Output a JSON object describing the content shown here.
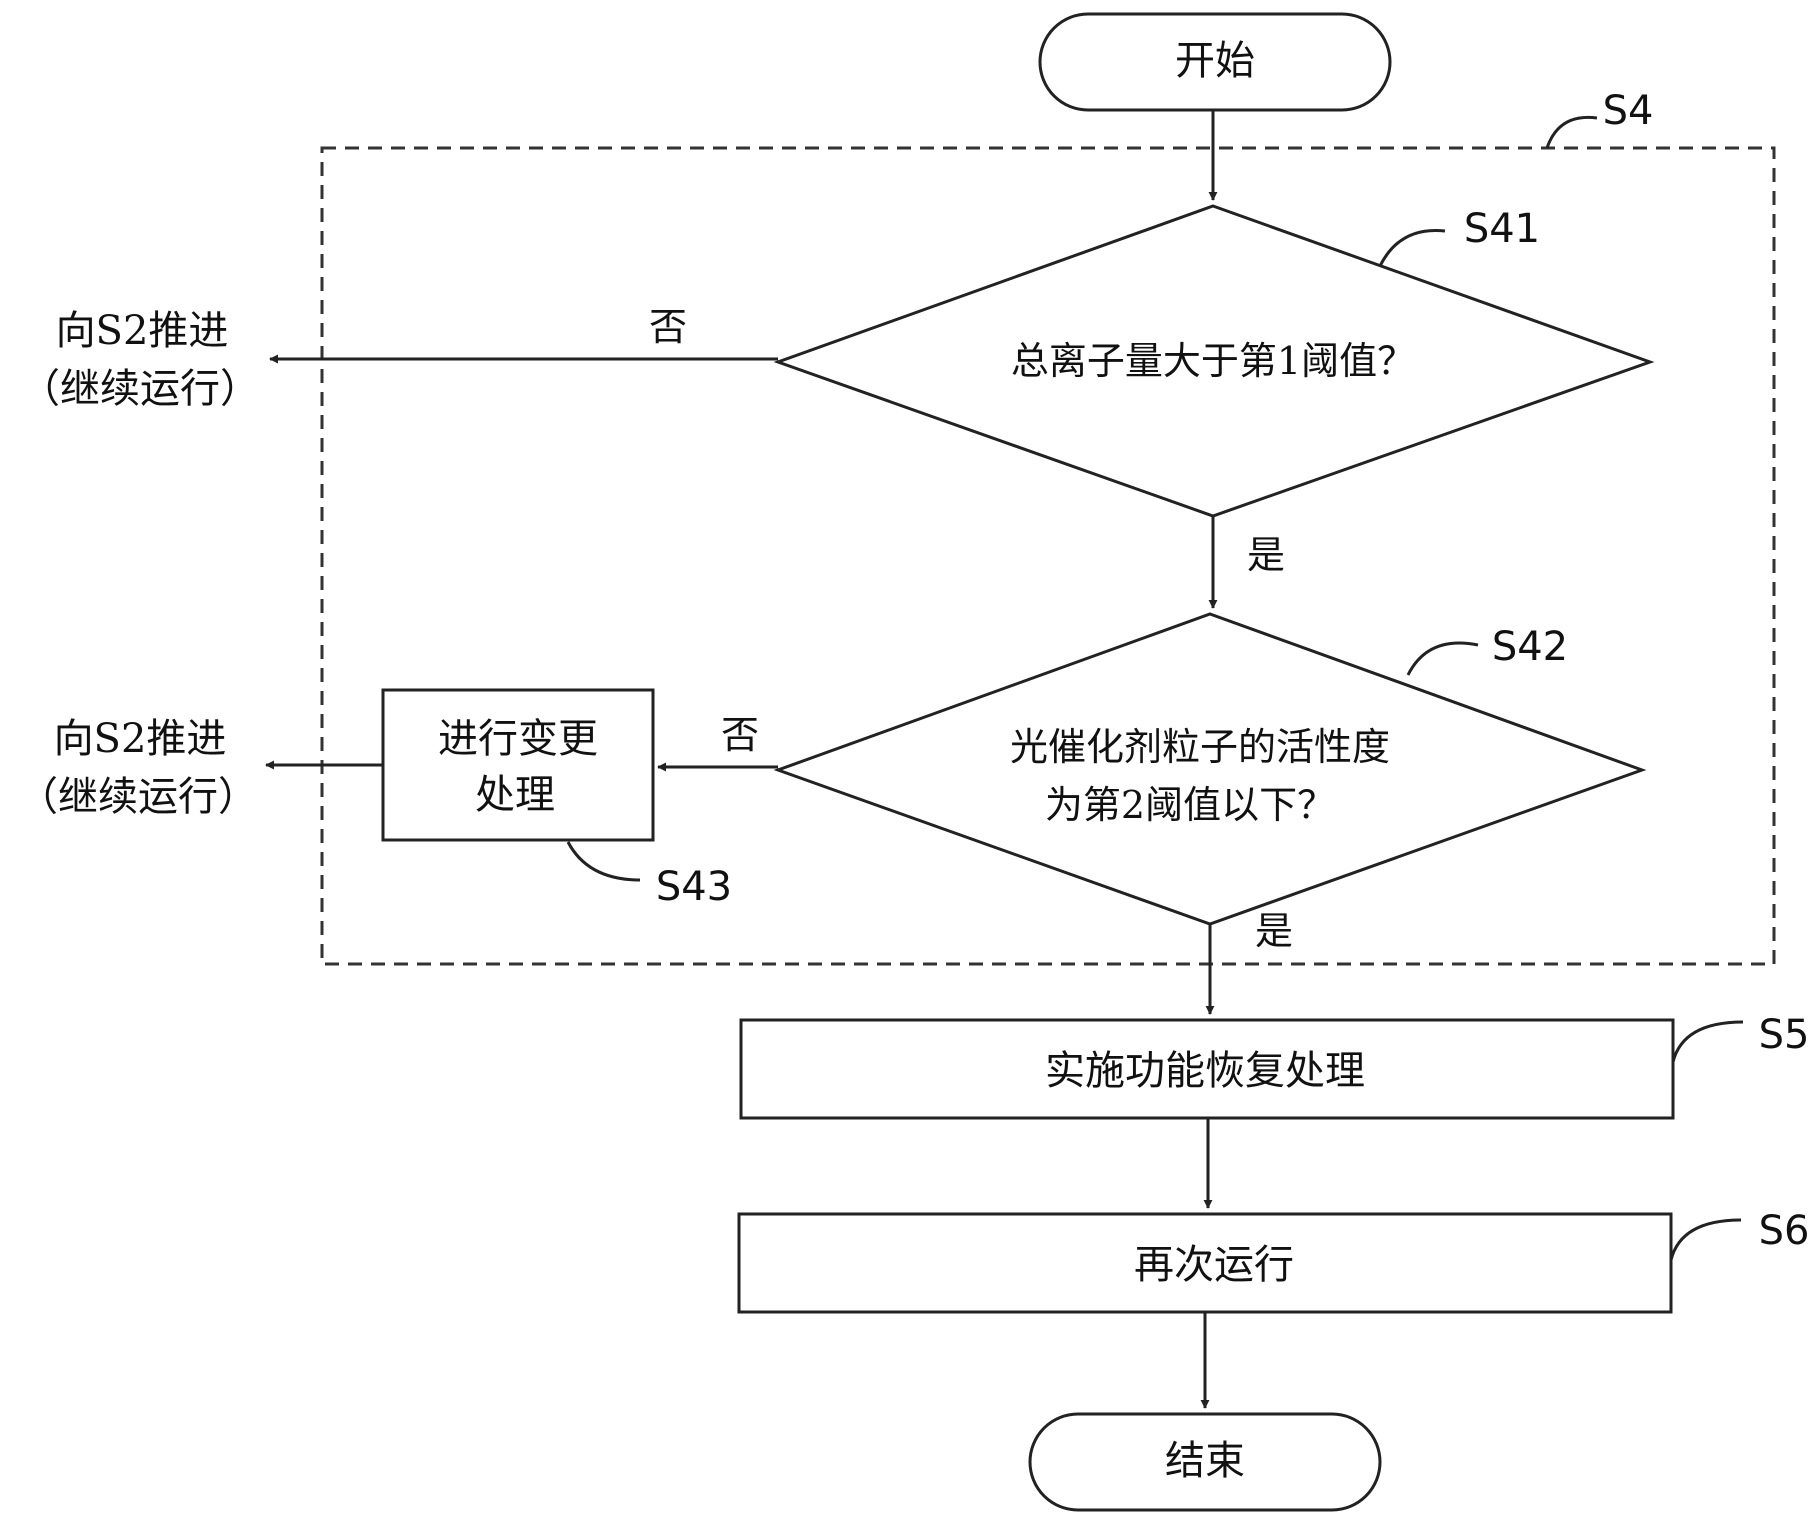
{
  "nodes": {
    "start": "开始",
    "s41": "总离子量大于第1阈值？",
    "s42_line1": "光催化剂粒子的活性度",
    "s42_line2": "为第2阈值以下？",
    "s43_line1": "进行变更",
    "s43_line2": "处理",
    "s5": "实施功能恢复处理",
    "s6": "再次运行",
    "end": "结束"
  },
  "step_labels": {
    "s4": "S4",
    "s41": "S41",
    "s42": "S42",
    "s43": "S43",
    "s5": "S5",
    "s6": "S6"
  },
  "edge_labels": {
    "s41_no": "否",
    "s41_yes": "是",
    "s42_no": "否",
    "s42_yes": "是"
  },
  "exits": {
    "exit1_line1": "向S2推进",
    "exit1_line2": "（继续运行）",
    "exit2_line1": "向S2推进",
    "exit2_line2": "（继续运行）"
  },
  "colors": {
    "stroke": "#222222",
    "text": "#111111",
    "background": "#ffffff"
  }
}
